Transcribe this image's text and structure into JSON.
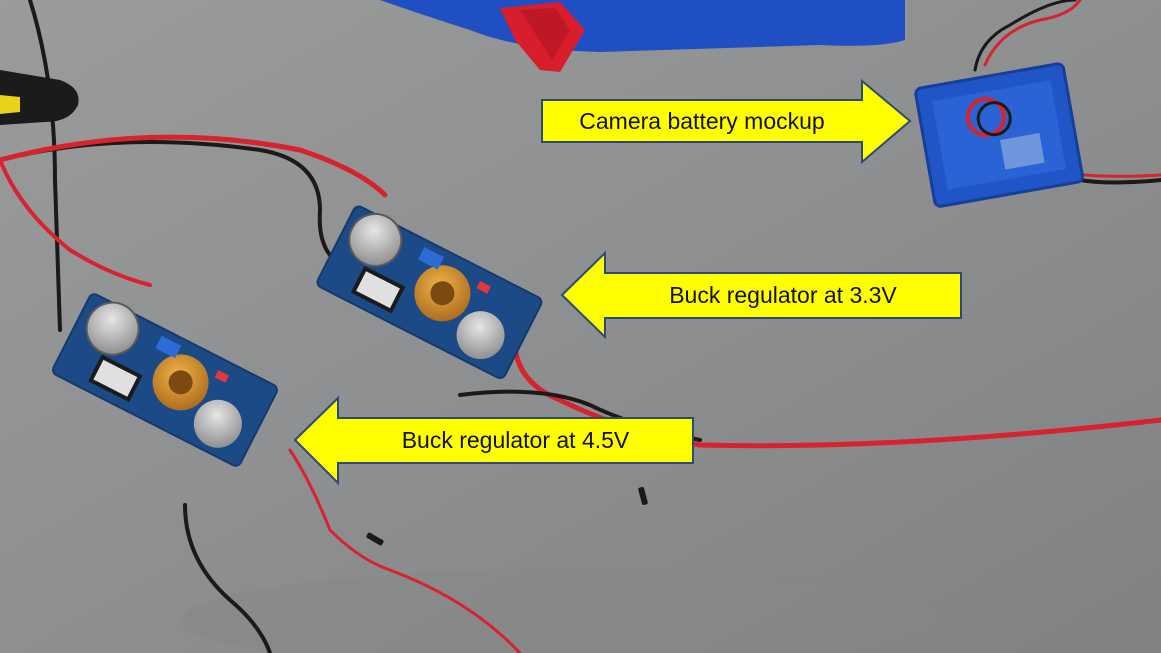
{
  "photo": {
    "subject": "photo",
    "colors": {
      "table": "#8f9192",
      "pcb": "#1c4a86",
      "wire_red": "#d8232e",
      "wire_black": "#1c1a18",
      "case_blue": "#1f55c6",
      "coil": "#c8861f",
      "callout_fill": "#ffff00",
      "callout_stroke": "#2b4a7a"
    }
  },
  "callouts": [
    {
      "text": "Camera battery mockup",
      "direction": "right"
    },
    {
      "text": "Buck regulator at 3.3V",
      "direction": "left"
    },
    {
      "text": "Buck regulator at 4.5V",
      "direction": "left"
    }
  ]
}
